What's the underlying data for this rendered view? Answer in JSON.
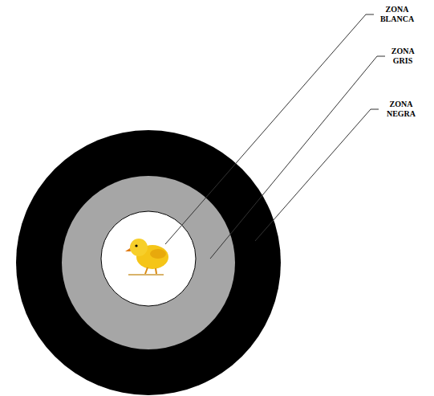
{
  "diagram": {
    "labels": [
      "ZONA BLANCA",
      "ZONA GRIS",
      "ZONA NEGRA"
    ]
  }
}
